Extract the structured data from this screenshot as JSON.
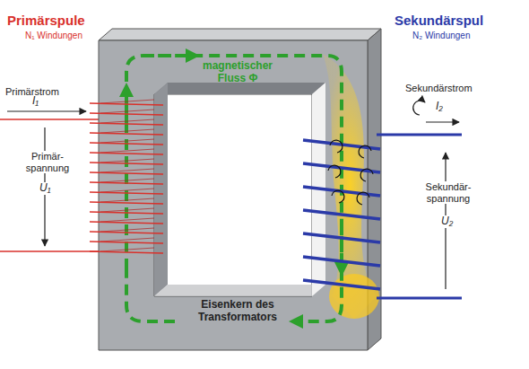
{
  "diagram": {
    "nodes": [
      {
        "text": [
          "magnetischer Fluss Φ",
          "Eisenkern des Transformators"
        ]
      }
    ],
    "labels": [
      "Primärspule",
      "N₁ Windungen",
      "Primärstrom",
      "I₁",
      "Primär- spannung",
      "U₁",
      "Sekundärspul",
      "N₂ Windungen",
      "Sekundärstrom",
      "I₂",
      "Sekundär- spannung",
      "U₂"
    ]
  }
}
